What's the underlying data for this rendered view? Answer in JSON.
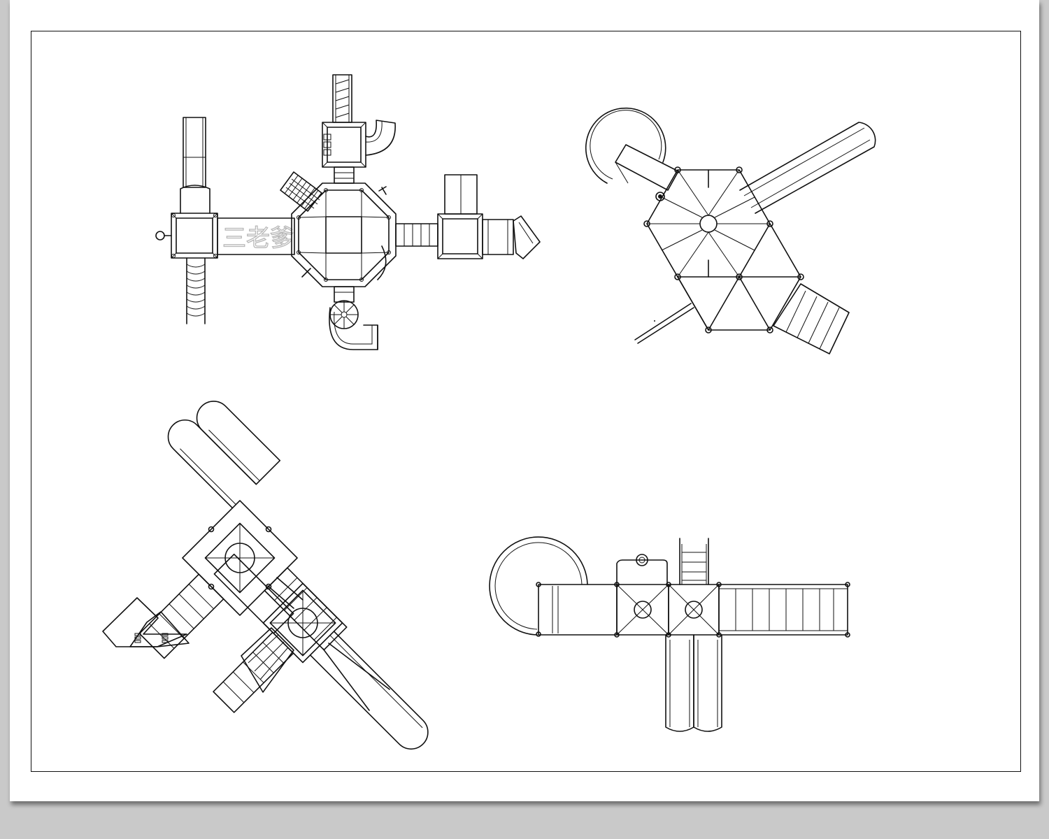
{
  "document": {
    "watermark_text": "三老爹",
    "colors": {
      "line": "#111111",
      "paper": "#ffffff",
      "desk": "#c9c9c9",
      "watermark": "#b8b8b8"
    }
  },
  "drawings": [
    {
      "id": "playground-plan-octagon"
    },
    {
      "id": "playground-plan-hexagon"
    },
    {
      "id": "playground-plan-diagonal"
    },
    {
      "id": "playground-plan-twin-deck"
    }
  ]
}
